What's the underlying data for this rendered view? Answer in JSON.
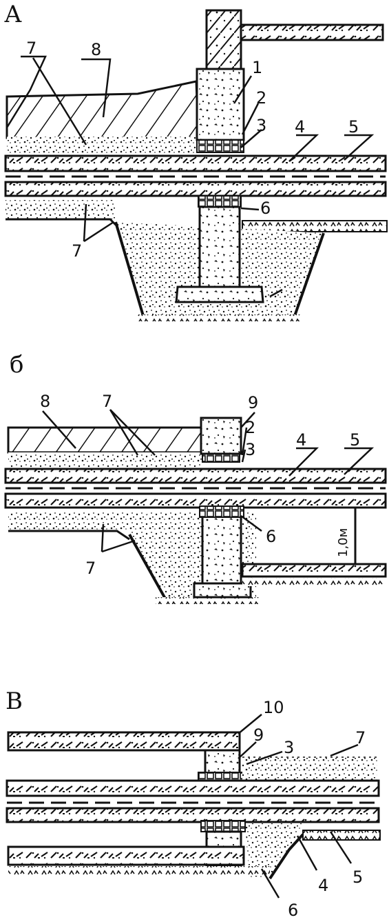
{
  "panels": [
    {
      "letter": "А",
      "labels": {
        "n1": "1",
        "n2": "2",
        "n3": "3",
        "n4": "4",
        "n5": "5",
        "n6": "6",
        "n7a": "7",
        "n7b": "7",
        "n8": "8"
      }
    },
    {
      "letter": "б",
      "labels": {
        "n8": "8",
        "n7a": "7",
        "n9": "9",
        "n2": "2",
        "n3": "3",
        "n4": "4",
        "n5": "5",
        "n6": "6",
        "n7b": "7",
        "dim": "1,0м"
      }
    },
    {
      "letter": "В",
      "labels": {
        "n10": "10",
        "n9": "9",
        "n3": "3",
        "n7": "7",
        "n4": "4",
        "n5": "5",
        "n6": "6"
      }
    }
  ],
  "colors": {
    "ink": "#111111",
    "paper": "#ffffff"
  }
}
